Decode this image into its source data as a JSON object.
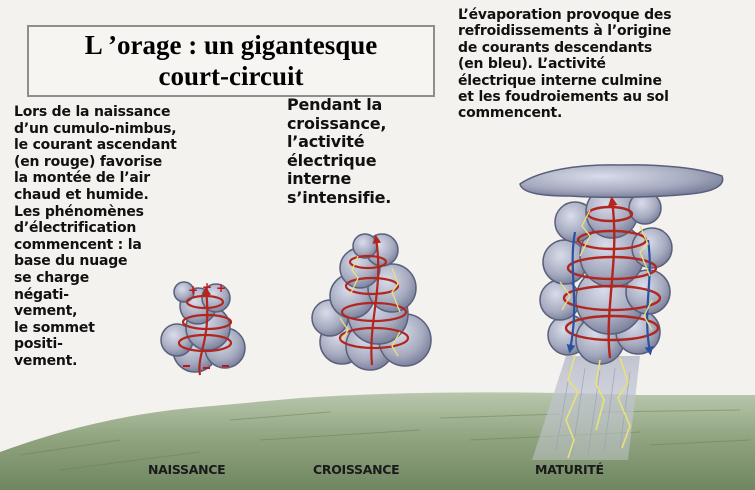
{
  "title": {
    "line1": "L ’orage : un gigantesque",
    "line2": "court-circuit"
  },
  "texts": {
    "naissance": "Lors de la naissance\nd’un cumulo-nimbus,\nle courant ascendant\n(en rouge) favorise\nla montée de l’air\nchaud et humide.\nLes phénomènes\nd’électrification\ncommencent : la\nbase du nuage\nse charge\nnégati-\nvement,\nle sommet\npositi-\nvement.",
    "croissance": "Pendant la\ncroissance,\nl’activité\nélectrique\ninterne\ns’intensifie.",
    "maturite": "L’évaporation provoque des\nrefroidissements à l’origine\nde courants descendants\n(en bleu). L’activité\nélectrique interne culmine\net les foudroiements au sol\ncommencent."
  },
  "stages": {
    "naissance": "NAISSANCE",
    "croissance": "CROISSANCE",
    "maturite": "MATURITÉ"
  },
  "charges": {
    "top_sign": "+",
    "base_sign": "−"
  },
  "colors": {
    "updraft": "#b3261e",
    "downdraft": "#2a52a0",
    "cloud": "#a5aabf",
    "ground": "#7f9a6e",
    "lightning": "#e8e27a"
  }
}
